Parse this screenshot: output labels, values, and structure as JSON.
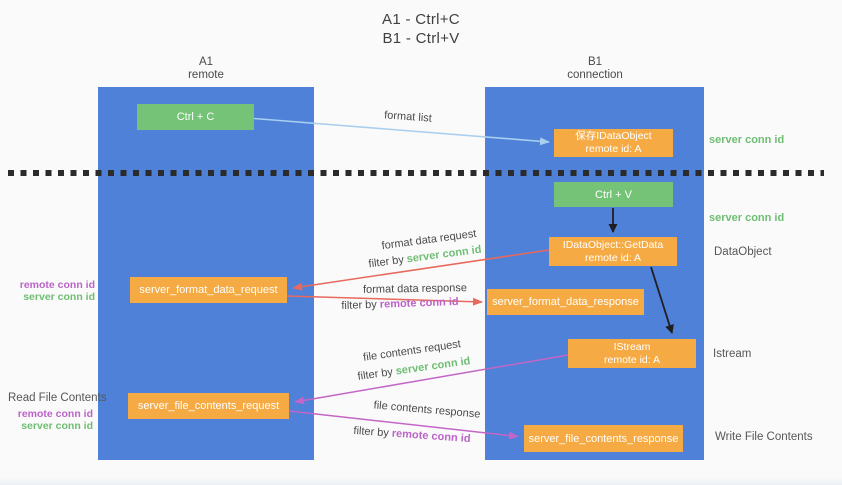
{
  "title": {
    "line1": "A1 - Ctrl+C",
    "line2": "B1 - Ctrl+V"
  },
  "lanes": {
    "left": {
      "title": "A1",
      "subtitle": "remote"
    },
    "right": {
      "title": "B1",
      "subtitle": "connection"
    }
  },
  "nodes": {
    "ctrl_c": {
      "label": "Ctrl + C"
    },
    "save_dataobject": {
      "line1": "保存IDataObject",
      "line2": "remote id: A"
    },
    "ctrl_v": {
      "label": "Ctrl + V"
    },
    "getdata": {
      "line1": "IDataObject::GetData",
      "line2": "remote id: A"
    },
    "format_request": {
      "label": "server_format_data_request"
    },
    "format_response": {
      "label": "server_format_data_response"
    },
    "istream": {
      "line1": "IStream",
      "line2": "remote id: A"
    },
    "file_request": {
      "label": "server_file_contents_request"
    },
    "file_response": {
      "label": "server_file_contents_response"
    }
  },
  "side_labels": {
    "server_conn_id_top": "server conn id",
    "server_conn_id_mid": "server conn id",
    "dataobject": "DataObject",
    "istream": "Istream",
    "write_file_contents": "Write File Contents",
    "read_file_contents": "Read File Contents",
    "left_mid": {
      "remote": "remote conn id",
      "server": "server conn id"
    },
    "left_bottom": {
      "remote": "remote conn id",
      "server": "server conn id"
    }
  },
  "flows": {
    "format_list": "format list",
    "format_data_request": "format data request",
    "format_data_response": "format data response",
    "file_contents_request": "file contents request",
    "file_contents_response": "file contents response",
    "filter_by": "filter by",
    "filter_server": "server conn id",
    "filter_remote": "remote conn id"
  },
  "colors": {
    "lane_blue": "#4E81D7",
    "node_green": "#74C377",
    "node_orange": "#F6AA43",
    "arrow_blue": "#A9CFEF",
    "arrow_salmon": "#E8695D",
    "arrow_magenta": "#C465C8",
    "arrow_black": "#1f1f1f",
    "text_green": "#6FBE73",
    "text_purple": "#BB63C8"
  }
}
